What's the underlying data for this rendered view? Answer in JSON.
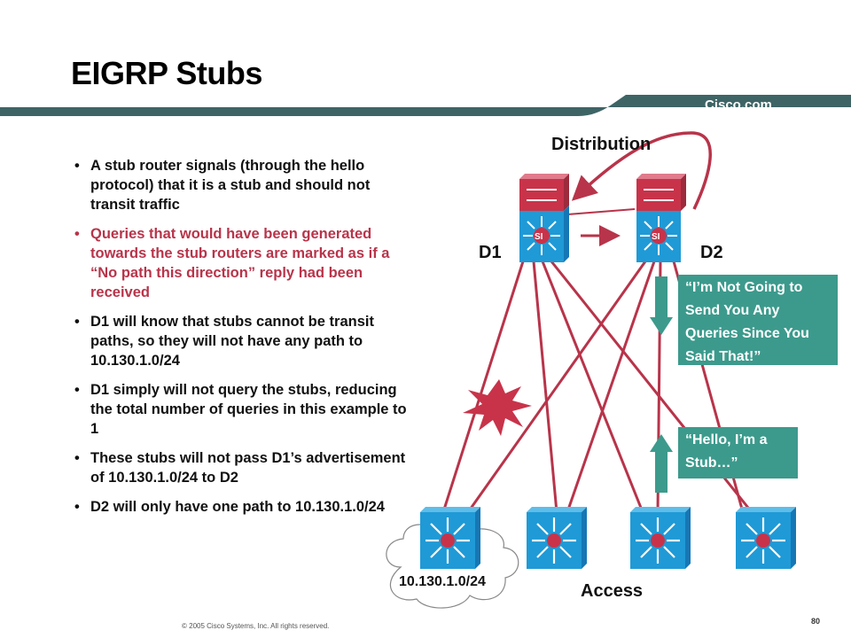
{
  "slide": {
    "title": "EIGRP Stubs",
    "brand": "Cisco.com",
    "footer": "© 2005 Cisco Systems, Inc. All rights reserved.",
    "page_number": "80"
  },
  "bullets": [
    {
      "text": "A stub router signals (through the hello protocol) that it is a stub and should not transit traffic",
      "highlight": false
    },
    {
      "text": "Queries that would have been generated towards the stub routers are marked as if a “No path this direction” reply had been received",
      "highlight": true
    },
    {
      "text": "D1 will know that stubs cannot be transit paths, so they will not have any path to 10.130.1.0/24",
      "highlight": false
    },
    {
      "text": "D1 simply will not query the stubs, reducing the total number of queries in this example to 1",
      "highlight": false
    },
    {
      "text": "These stubs will not pass D1’s advertisement of 10.130.1.0/24 to D2",
      "highlight": false
    },
    {
      "text": "D2 will only have one path to 10.130.1.0/24",
      "highlight": false
    }
  ],
  "diagram": {
    "distribution_label": "Distribution",
    "access_label": "Access",
    "d1_label": "D1",
    "d2_label": "D2",
    "network_label": "10.130.1.0/24",
    "callout_not_going": "“I’m Not Going to Send You Any Queries Since You Said That!”",
    "callout_hello": "“Hello, I’m a Stub…”",
    "switch_badge": "SI"
  },
  "colors": {
    "header_band": "#3e6466",
    "link_red": "#b8344a",
    "callout_teal": "#3c9a8c",
    "switch_blue": "#1f9ad6"
  }
}
